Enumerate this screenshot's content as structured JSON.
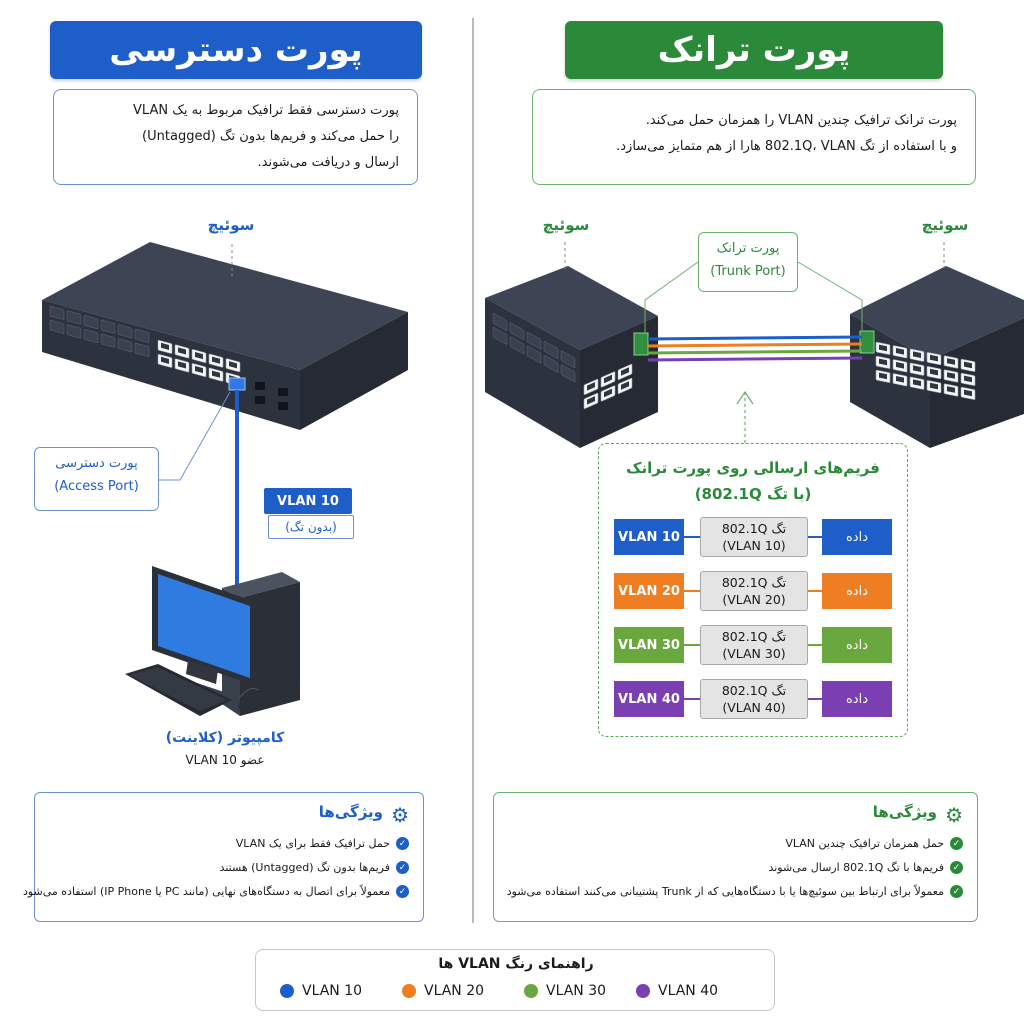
{
  "colors": {
    "blue": "#1e5ec8",
    "green": "#2b8a3a",
    "vlan10": "#1e5ec8",
    "vlan20": "#ef7d22",
    "vlan30": "#6aa83f",
    "vlan40": "#7b3fb3"
  },
  "access": {
    "title": "پورت دسترسی",
    "desc_line1": "پورت دسترسی فقط ترافیک مربوط به یک VLAN",
    "desc_line2": "را حمل می‌کند و فریم‌ها بدون تگ (Untagged)",
    "desc_line3": "ارسال و دریافت می‌شوند.",
    "switch_label": "سوئیچ",
    "port_label": "پورت دسترسی",
    "port_label_en": "(Access Port)",
    "vlan_badge": "VLAN 10",
    "untagged_label": "(بدون تگ)",
    "pc_title": "کامپیوتر (کلاینت)",
    "pc_sub": "عضو VLAN 10",
    "features_title": "ویژگی‌ها",
    "features": [
      "حمل ترافیک فقط برای یک VLAN",
      "فریم‌ها بدون تگ (Untagged) هستند",
      "معمولاً برای اتصال به دستگاه‌های نهایی (مانند PC یا IP Phone) استفاده می‌شود"
    ]
  },
  "trunk": {
    "title": "پورت ترانک",
    "desc_line1": "پورت ترانک ترافیک چندین VLAN را همزمان حمل می‌کند.",
    "desc_line2": "و با استفاده از تگ 802.1Q، VLAN هارا از هم متمایز می‌سازد.",
    "switch_left_label": "سوئیچ",
    "switch_right_label": "سوئیچ",
    "port_label": "پورت ترانک",
    "port_label_en": "(Trunk Port)",
    "frames_title_1": "فریم‌های ارسالی روی پورت ترانک",
    "frames_title_2": "(با تگ 802.1Q)",
    "frames": [
      {
        "vlan": "VLAN 10",
        "tag_1": "802.1Q تگ",
        "tag_2": "(VLAN 10)",
        "data": "داده",
        "color": "#1e5ec8"
      },
      {
        "vlan": "VLAN 20",
        "tag_1": "802.1Q تگ",
        "tag_2": "(VLAN 20)",
        "data": "داده",
        "color": "#ef7d22"
      },
      {
        "vlan": "VLAN 30",
        "tag_1": "802.1Q تگ",
        "tag_2": "(VLAN 30)",
        "data": "داده",
        "color": "#6aa83f"
      },
      {
        "vlan": "VLAN 40",
        "tag_1": "802.1Q تگ",
        "tag_2": "(VLAN 40)",
        "data": "داده",
        "color": "#7b3fb3"
      }
    ],
    "features_title": "ویژگی‌ها",
    "features": [
      "حمل همزمان ترافیک چندین VLAN",
      "فریم‌ها با تگ 802.1Q ارسال می‌شوند",
      "معمولاً برای ارتباط بین سوئیچ‌ها یا با دستگاه‌هایی که از Trunk پشتیبانی می‌کنند استفاده می‌شود"
    ]
  },
  "legend": {
    "title": "راهنمای رنگ VLAN ها",
    "items": [
      {
        "label": "VLAN 10",
        "color": "#1e5ec8"
      },
      {
        "label": "VLAN 20",
        "color": "#ef7d22"
      },
      {
        "label": "VLAN 30",
        "color": "#6aa83f"
      },
      {
        "label": "VLAN 40",
        "color": "#7b3fb3"
      }
    ]
  }
}
